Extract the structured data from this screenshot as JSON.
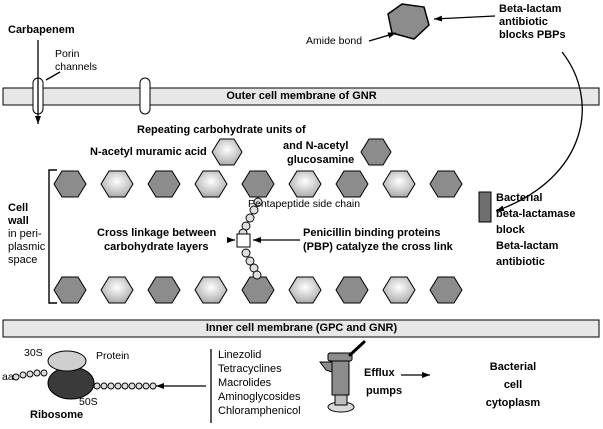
{
  "top": {
    "carbapenem": "Carbapenem",
    "porin": [
      "Porin",
      "channels"
    ],
    "amide_bond": "Amide bond",
    "beta_lactam_note": [
      "Beta-lactam",
      "antibiotic",
      "blocks PBPs"
    ]
  },
  "membranes": {
    "outer": "Outer cell membrane of GNR",
    "inner": "Inner cell membrane (GPC and GNR)"
  },
  "carbohydrate": {
    "heading": "Repeating carbohydrate units of",
    "nam": "N-acetyl muramic acid",
    "nag": [
      "and N-acetyl",
      "glucosamine"
    ]
  },
  "cell_wall": {
    "label": [
      "Cell",
      "wall",
      "in peri-",
      "plasmic",
      "space"
    ],
    "pentapeptide": "Pentapeptide side chain",
    "cross_linkage": [
      "Cross linkage between",
      "carbohydrate layers"
    ],
    "pbp": [
      "Penicillin binding proteins",
      "(PBP) catalyze the cross link"
    ]
  },
  "beta_lactamase_note": [
    "Bacterial",
    "beta-lactamase",
    "block",
    "Beta-lactam",
    "antibiotic"
  ],
  "bottom": {
    "s30": "30S",
    "s50": "50S",
    "protein": "Protein",
    "aa": "aa",
    "ribosome": "Ribosome",
    "protein_synthesis_inhibitors": [
      "Linezolid",
      "Tetracyclines",
      "Macrolides",
      "Aminoglycosides",
      "Chloramphenicol"
    ],
    "efflux": "Efflux",
    "pumps": "pumps",
    "cytoplasm": [
      "Bacterial",
      "cell",
      "cytoplasm"
    ]
  },
  "colors": {
    "membrane_fill": "#e7e7e7",
    "dark_gray": "#8c8c8c",
    "ribosome_50s": "#3a3a3a"
  }
}
